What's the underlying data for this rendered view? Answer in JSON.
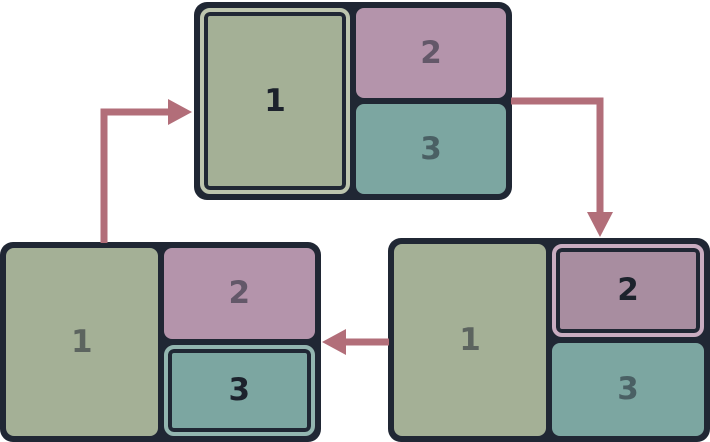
{
  "diagram": {
    "name": "window-focus-cycle",
    "groups": [
      {
        "id": "top",
        "position": "top-center",
        "focused_label": "1",
        "boxes": [
          {
            "label": "1",
            "variant": "green",
            "size": "large",
            "focused": true
          },
          {
            "label": "2",
            "variant": "mauve",
            "size": "small",
            "focused": false
          },
          {
            "label": "3",
            "variant": "teal",
            "size": "small",
            "focused": false
          }
        ]
      },
      {
        "id": "bottom-left",
        "position": "bottom-left",
        "focused_label": "3",
        "boxes": [
          {
            "label": "1",
            "variant": "green",
            "size": "large",
            "focused": false
          },
          {
            "label": "2",
            "variant": "mauve",
            "size": "small",
            "focused": false
          },
          {
            "label": "3",
            "variant": "teal",
            "size": "small",
            "focused": true
          }
        ]
      },
      {
        "id": "bottom-right",
        "position": "bottom-right",
        "focused_label": "2",
        "boxes": [
          {
            "label": "1",
            "variant": "green",
            "size": "large",
            "focused": false
          },
          {
            "label": "2",
            "variant": "mauve",
            "size": "small",
            "focused": true
          },
          {
            "label": "3",
            "variant": "teal",
            "size": "small",
            "focused": false
          }
        ]
      }
    ],
    "arrows": [
      {
        "from": "bottom-left",
        "to": "top",
        "direction": "up-then-right"
      },
      {
        "from": "top",
        "to": "bottom-right",
        "direction": "right-then-down"
      },
      {
        "from": "bottom-right",
        "to": "bottom-left",
        "direction": "left"
      }
    ]
  },
  "colors": {
    "container": "#202734",
    "green_fill": "#a4b096",
    "green_ring": "#bdc5ae",
    "mauve_fill": "#b494ab",
    "mauve_ring": "#c9adc1",
    "mauve_focused_fill": "#a88da0",
    "teal_fill": "#7ca6a1",
    "teal_ring": "#93b6b0",
    "arrow": "#b26e79",
    "label_muted": "rgba(32,38,51,0.55)",
    "label_focused": "#1c222c",
    "background": "#ffffff"
  }
}
